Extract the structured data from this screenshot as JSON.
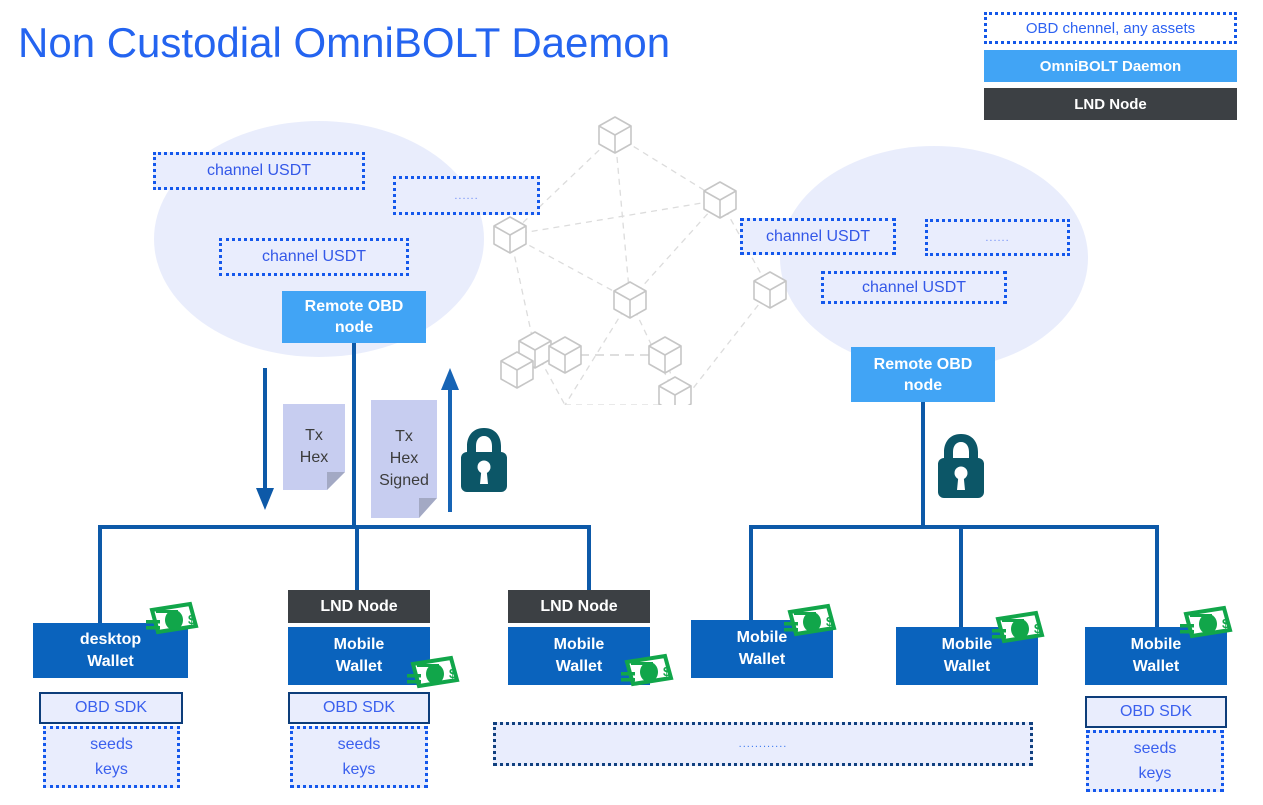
{
  "title": "Non Custodial OmniBOLT Daemon",
  "legend": {
    "items": [
      {
        "label": "OBD chennel, any assets",
        "style": "dotted",
        "color": "#2d62f2"
      },
      {
        "label": "OmniBOLT Daemon",
        "style": "blue",
        "color": "#41a4f5"
      },
      {
        "label": "LND Node",
        "style": "dark",
        "color": "#3c4044"
      }
    ]
  },
  "channels": {
    "left": [
      {
        "label": "channel USDT"
      },
      {
        "label": "......"
      },
      {
        "label": "channel USDT"
      }
    ],
    "right": [
      {
        "label": "channel USDT"
      },
      {
        "label": "......"
      },
      {
        "label": "channel USDT"
      }
    ]
  },
  "nodes": {
    "remote_obd_left": "Remote OBD\nnode",
    "remote_obd_left_line1": "Remote OBD",
    "remote_obd_left_line2": "node",
    "remote_obd_right_line1": "Remote OBD",
    "remote_obd_right_line2": "node"
  },
  "documents": [
    {
      "lines": [
        "Tx",
        "Hex"
      ]
    },
    {
      "lines": [
        "Tx",
        "Hex",
        "Signed"
      ]
    }
  ],
  "doc_text": {
    "tx": "Tx",
    "hex": "Hex",
    "signed": "Signed"
  },
  "lnd_label": "LND Node",
  "wallets": [
    {
      "line1": "desktop",
      "line2": "Wallet",
      "lnd": false,
      "sdk": "OBD SDK",
      "seeds1": "seeds",
      "seeds2": "keys",
      "money": true
    },
    {
      "line1": "Mobile",
      "line2": "Wallet",
      "lnd": true,
      "sdk": "OBD SDK",
      "seeds1": "seeds",
      "seeds2": "keys",
      "money": true
    },
    {
      "line1": "Mobile",
      "line2": "Wallet",
      "lnd": true,
      "sdk": null,
      "money": true
    },
    {
      "line1": "Mobile",
      "line2": "Wallet",
      "lnd": false,
      "sdk": null,
      "money": true
    },
    {
      "line1": "Mobile",
      "line2": "Wallet",
      "lnd": false,
      "sdk": null,
      "money": true
    },
    {
      "line1": "Mobile",
      "line2": "Wallet",
      "lnd": false,
      "sdk": "OBD SDK",
      "seeds1": "seeds",
      "seeds2": "keys",
      "money": true
    }
  ],
  "ellipsis_bar": "............",
  "small_ellipsis": "......",
  "colors": {
    "title_blue": "#2464f0",
    "obd_blue": "#41a4f5",
    "wallet_blue": "#0a63bd",
    "lnd_dark": "#3c4044",
    "dotted_blue": "#1458ec",
    "box_fill": "#e9edfd",
    "ellipse_fill": "#e5eafc",
    "line_blue": "#0d59a8",
    "lock_teal": "#0c5667",
    "money_green": "#11a64a",
    "doc_fill": "#c7cdf0"
  }
}
